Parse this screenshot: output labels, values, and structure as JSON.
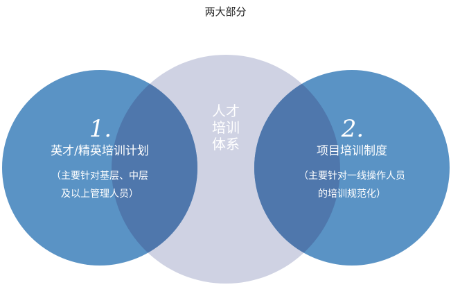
{
  "title": "两大部分",
  "center": {
    "text": "人才培训体系"
  },
  "left": {
    "number": "1.",
    "heading": "英才/精英培训计划",
    "note_line1": "（主要针对基层、中层",
    "note_line2": "及以上管理人员）"
  },
  "right": {
    "number": "2.",
    "heading": "项目培训制度",
    "note_line1": "（主要针对一线操作人员",
    "note_line2": "的培训规范化）"
  },
  "colors": {
    "center_circle": "#cfd2e3",
    "side_circle": "#5a93c5",
    "overlap": "#4f77ac",
    "text_on_circle": "#ffffff"
  }
}
